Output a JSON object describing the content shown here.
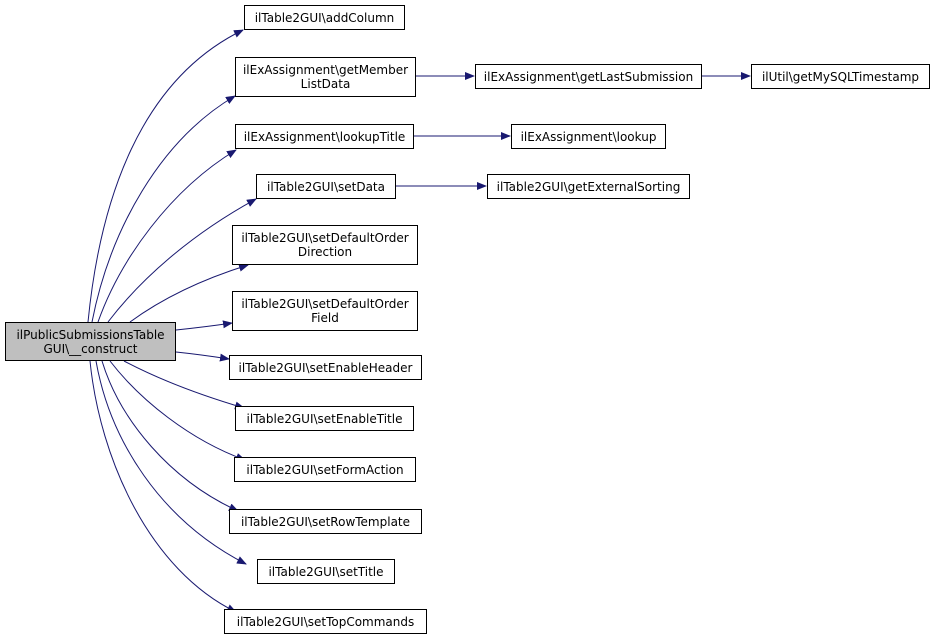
{
  "colors": {
    "edge": "#191970",
    "root_fill": "#bfbfbf",
    "node_fill": "#ffffff",
    "border": "#000000"
  },
  "nodes": {
    "root": {
      "line1": "ilPublicSubmissionsTable",
      "line2": "GUI\\__construct"
    },
    "addColumn": {
      "line1": "ilTable2GUI\\addColumn"
    },
    "getMemberListData": {
      "line1": "ilExAssignment\\getMember",
      "line2": "ListData"
    },
    "getLastSubmission": {
      "line1": "ilExAssignment\\getLastSubmission"
    },
    "getMySQLTimestamp": {
      "line1": "ilUtil\\getMySQLTimestamp"
    },
    "lookupTitle": {
      "line1": "ilExAssignment\\lookupTitle"
    },
    "lookup": {
      "line1": "ilExAssignment\\lookup"
    },
    "setData": {
      "line1": "ilTable2GUI\\setData"
    },
    "getExternalSorting": {
      "line1": "ilTable2GUI\\getExternalSorting"
    },
    "setDefaultOrderDirection": {
      "line1": "ilTable2GUI\\setDefaultOrder",
      "line2": "Direction"
    },
    "setDefaultOrderField": {
      "line1": "ilTable2GUI\\setDefaultOrder",
      "line2": "Field"
    },
    "setEnableHeader": {
      "line1": "ilTable2GUI\\setEnableHeader"
    },
    "setEnableTitle": {
      "line1": "ilTable2GUI\\setEnableTitle"
    },
    "setFormAction": {
      "line1": "ilTable2GUI\\setFormAction"
    },
    "setRowTemplate": {
      "line1": "ilTable2GUI\\setRowTemplate"
    },
    "setTitle": {
      "line1": "ilTable2GUI\\setTitle"
    },
    "setTopCommands": {
      "line1": "ilTable2GUI\\setTopCommands"
    }
  }
}
